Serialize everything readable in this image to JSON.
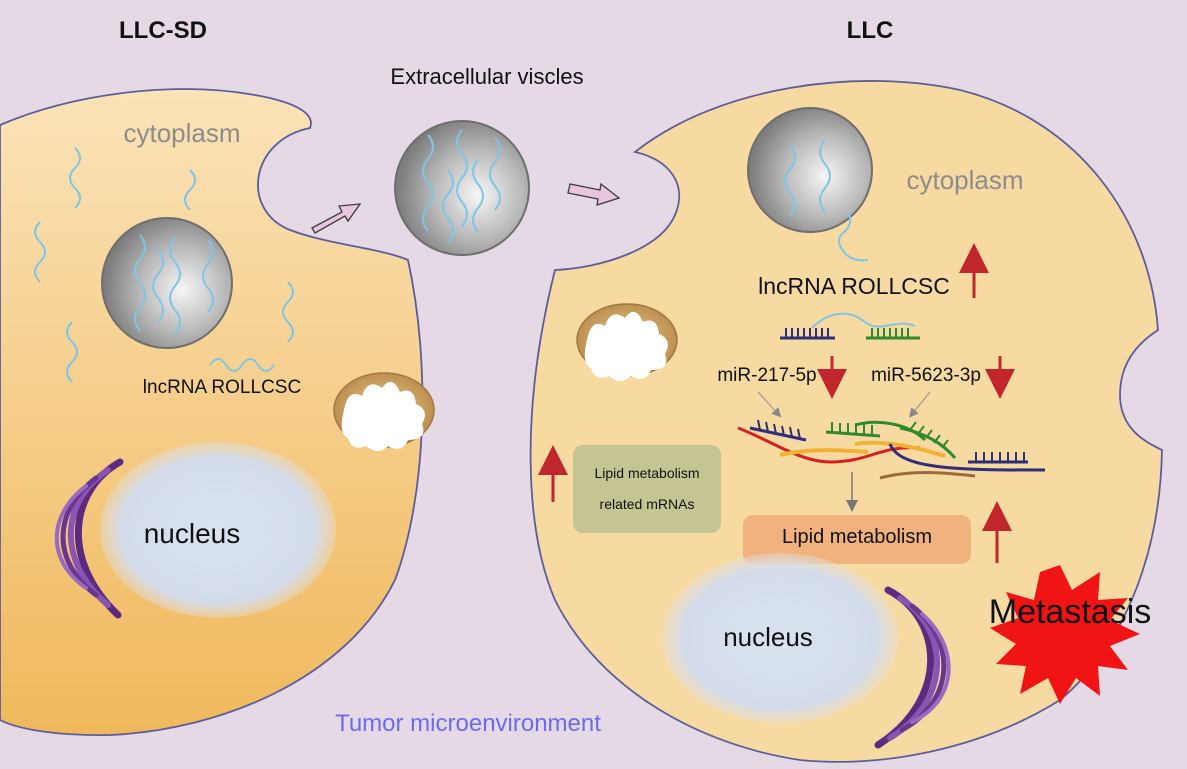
{
  "titles": {
    "left": "LLC-SD",
    "right": "LLC"
  },
  "ev_label": "Extracellular viscles",
  "left_cell": {
    "cytoplasm": "cytoplasm",
    "lncrna": "lncRNA ROLLCSC",
    "nucleus": "nucleus"
  },
  "right_cell": {
    "cytoplasm": "cytoplasm",
    "lncrna": "lncRNA ROLLCSC",
    "mir1": "miR-217-5p",
    "mir2": "miR-5623-3p",
    "mrna_box": [
      "Lipid metabolism",
      "related mRNAs"
    ],
    "lipid": "Lipid metabolism",
    "nucleus": "nucleus",
    "metastasis": "Metastasis"
  },
  "footer": "Tumor microenvironment",
  "colors": {
    "background": "#e6d9e6",
    "cell_fill": "#f7d9a2",
    "cell_outline": "#5b5e9b",
    "rna": "#7fc6e6",
    "up_arrow": "#c0262c",
    "down_arrow": "#c0262c",
    "footer_text": "#6b6bf0",
    "lipid_box": "#f2b27d",
    "mrna_box": "#c4c592",
    "burst": "#f01414"
  }
}
